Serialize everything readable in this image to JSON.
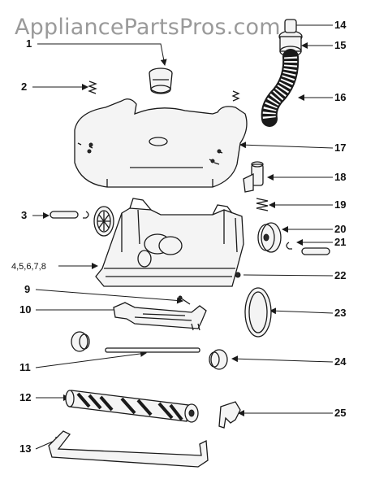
{
  "watermark": "AppliancePartsPros.com",
  "callouts": {
    "c1": "1",
    "c2": "2",
    "c3": "3",
    "c4": "4,5,6,7,8",
    "c9": "9",
    "c10": "10",
    "c11": "11",
    "c12": "12",
    "c13": "13",
    "c14": "14",
    "c15": "15",
    "c16": "16",
    "c17": "17",
    "c18": "18",
    "c19": "19",
    "c20": "20",
    "c21": "21",
    "c22": "22",
    "c23": "23",
    "c24": "24",
    "c25": "25"
  }
}
